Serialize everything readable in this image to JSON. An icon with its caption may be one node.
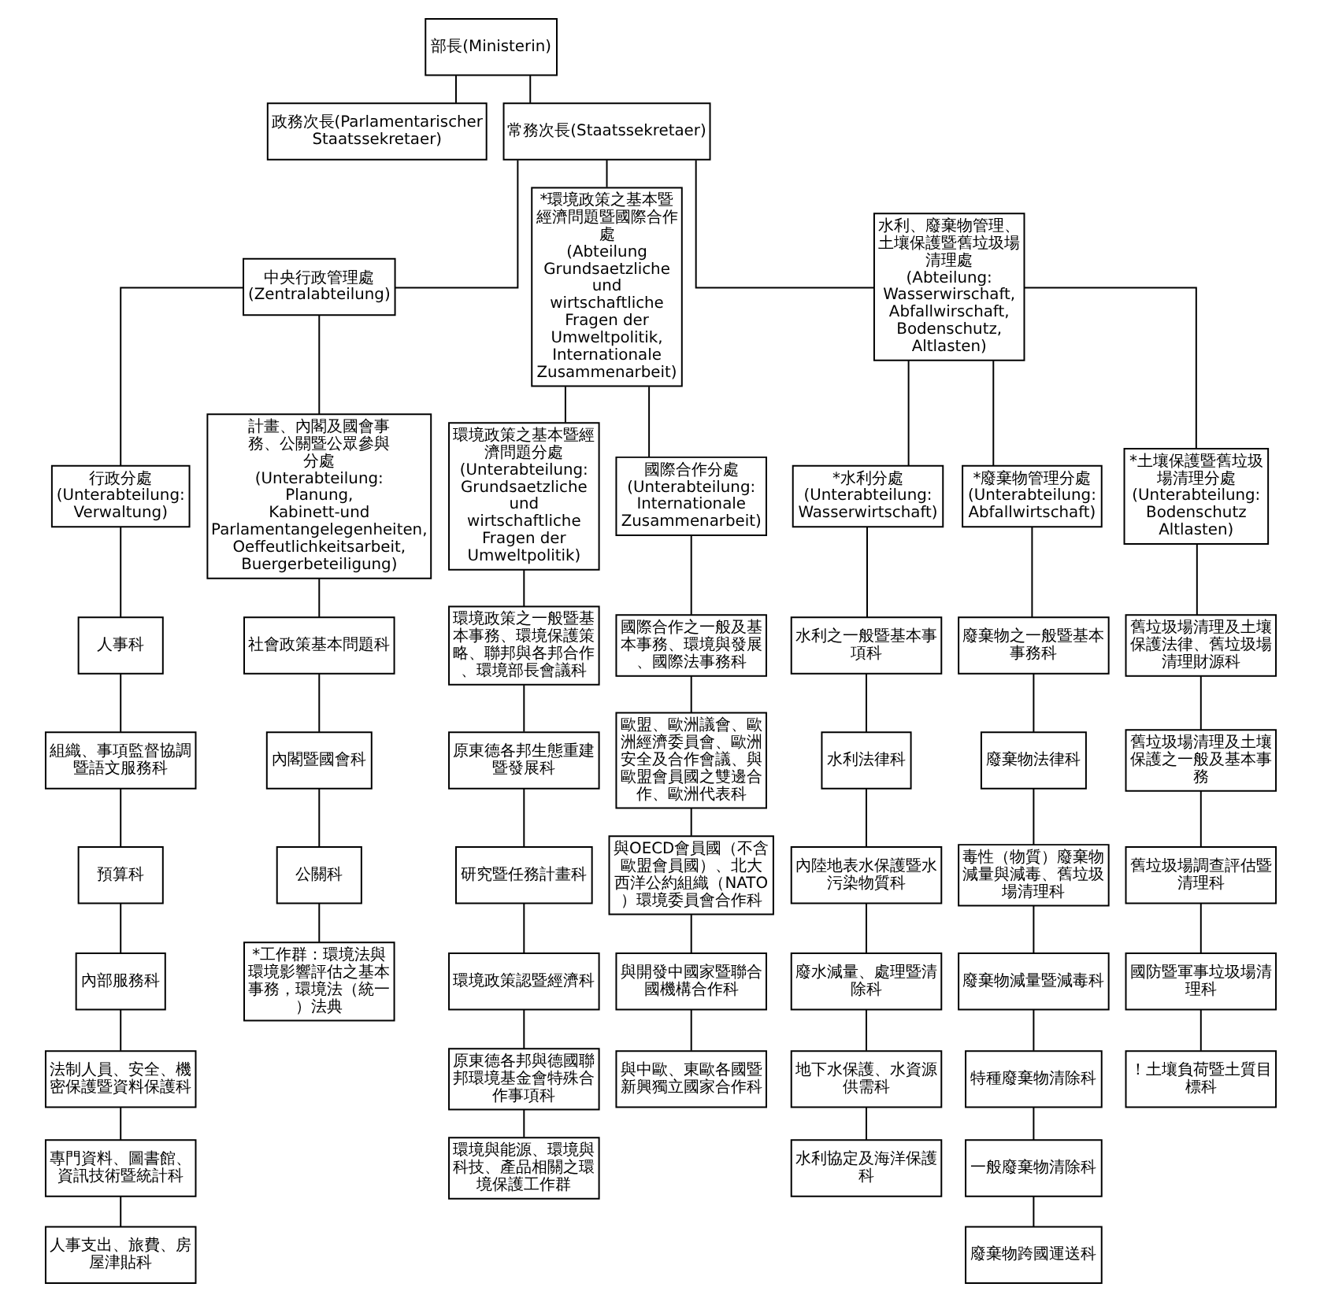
{
  "diagram": {
    "nodes": [
      {
        "text": [
          "部長(Ministerin)"
        ]
      },
      {
        "text": [
          "政務次長(Parlamentarischer Staatssekretaer)"
        ]
      },
      {
        "text": [
          "常務次長(Staatssekretaer)"
        ]
      },
      {
        "text": [
          "中央行政管理處(Zentralabteilung)"
        ]
      },
      {
        "text": [
          "行政分處",
          "(Unterabteilung: Verwaltung)"
        ]
      },
      {
        "text": [
          "人事科"
        ]
      },
      {
        "text": [
          "組織、事項監督協調暨語文服務科"
        ]
      },
      {
        "text": [
          "預算科"
        ]
      },
      {
        "text": [
          "內部服務科"
        ]
      },
      {
        "text": [
          "法制人員、安全、機密保護暨資料保護科"
        ]
      },
      {
        "text": [
          "專門資料、圖書館、資訊技術暨統計科"
        ]
      },
      {
        "text": [
          "人事支出、旅費、房屋津貼科"
        ]
      },
      {
        "text": [
          "計畫、內閣及國會事務、公關暨公眾參與分處",
          "(Unterabteilung: Planung, Kabinett-und Parlamentangelegenheiten, Oeffeutlichkeitsarbeit, Buergerbeteiligung)"
        ]
      },
      {
        "text": [
          "社會政策基本問題科"
        ]
      },
      {
        "text": [
          "內閣暨國會科"
        ]
      },
      {
        "text": [
          "公關科"
        ]
      },
      {
        "text": [
          "*工作群：環境法與環境影響評估之基本事務，環境法（統一）法典"
        ]
      },
      {
        "text": [
          "*環境政策之基本暨經濟問題暨國際合作處",
          "(Abteilung Grundsaetzliche und wirtschaftliche Fragen der Umweltpolitik, Internationale Zusammenarbeit)"
        ]
      },
      {
        "text": [
          "環境政策之基本暨經濟問題分處",
          "(Unterabteilung: Grundsaetzliche und wirtschaftliche Fragen der Umweltpolitik)"
        ]
      },
      {
        "text": [
          "環境政策之一般暨基本事務、環境保護策略、聯邦與各邦合作、環境部長會議科"
        ]
      },
      {
        "text": [
          "原東德各邦生態重建暨發展科"
        ]
      },
      {
        "text": [
          "研究暨任務計畫科"
        ]
      },
      {
        "text": [
          "環境政策認暨經濟科"
        ]
      },
      {
        "text": [
          "原東德各邦與德國聯邦環境基金會特殊合作事項科"
        ]
      },
      {
        "text": [
          "環境與能源、環境與科技、產品相關之環境保護工作群"
        ]
      },
      {
        "text": [
          "國際合作分處",
          "(Unterabteilung: Internationale Zusammenarbeit)"
        ]
      },
      {
        "text": [
          "國際合作之一般及基本事務、環境與發展、國際法事務科"
        ]
      },
      {
        "text": [
          "歐盟、歐洲議會、歐洲經濟委員會、歐洲安全及合作會議、與歐盟會員國之雙邊合作、歐洲代表科"
        ]
      },
      {
        "text": [
          "與OECD會員國（不含歐盟會員國）、北大西洋公約組織（NATO）環境委員會合作科"
        ]
      },
      {
        "text": [
          "與開發中國家暨聯合國機構合作科"
        ]
      },
      {
        "text": [
          "與中歐、東歐各國暨新興獨立國家合作科"
        ]
      },
      {
        "text": [
          "水利、廢棄物管理、土壤保護暨舊垃圾場清理處",
          "(Abteilung: Wasserwirschaft, Abfallwirschaft, Bodenschutz, Altlasten)"
        ]
      },
      {
        "text": [
          "*水利分處",
          "(Unterabteilung: Wasserwirtschaft)"
        ]
      },
      {
        "text": [
          "水利之一般暨基本事項科"
        ]
      },
      {
        "text": [
          "水利法律科"
        ]
      },
      {
        "text": [
          "內陸地表水保護暨水污染物質科"
        ]
      },
      {
        "text": [
          "廢水減量、處理暨清除科"
        ]
      },
      {
        "text": [
          "地下水保護、水資源供需科"
        ]
      },
      {
        "text": [
          "水利協定及海洋保護科"
        ]
      },
      {
        "text": [
          "*廢棄物管理分處",
          "(Unterabteilung: Abfallwirtschaft)"
        ]
      },
      {
        "text": [
          "廢棄物之一般暨基本事務科"
        ]
      },
      {
        "text": [
          "廢棄物法律科"
        ]
      },
      {
        "text": [
          "毒性（物質）廢棄物減量與減毒、舊垃圾場清理科"
        ]
      },
      {
        "text": [
          "廢棄物減量暨減毒科"
        ]
      },
      {
        "text": [
          "特種廢棄物清除科"
        ]
      },
      {
        "text": [
          "一般廢棄物清除科"
        ]
      },
      {
        "text": [
          "廢棄物跨國運送科"
        ]
      },
      {
        "text": [
          "*土壤保護暨舊垃圾場清理分處",
          "(Unterabteilung: Bodenschutz Altlasten)"
        ]
      },
      {
        "text": [
          "舊垃圾場清理及土壤保護法律、舊垃圾場清理財源科"
        ]
      },
      {
        "text": [
          "舊垃圾場清理及土壤保護之一般及基本事務"
        ]
      },
      {
        "text": [
          "舊垃圾場調查評估暨清理科"
        ]
      },
      {
        "text": [
          "國防暨軍事垃圾場清理科"
        ]
      },
      {
        "text": [
          "！土壤負荷暨土質目標科"
        ]
      }
    ],
    "edges": [
      {
        "from": 0,
        "to": 1,
        "arrow": "none"
      },
      {
        "from": 0,
        "to": 2,
        "arrow": "none"
      },
      {
        "from": 2,
        "to": 3,
        "arrow": "none"
      },
      {
        "from": 2,
        "to": 17,
        "arrow": "none"
      },
      {
        "from": 2,
        "to": 31,
        "arrow": "none"
      },
      {
        "from": 3,
        "to": 4,
        "arrow": "none"
      },
      {
        "from": 3,
        "to": 12,
        "arrow": "none"
      },
      {
        "from": 4,
        "to": 5,
        "arrow": "none"
      },
      {
        "from": 5,
        "to": 6,
        "arrow": "none"
      },
      {
        "from": 6,
        "to": 7,
        "arrow": "none"
      },
      {
        "from": 7,
        "to": 8,
        "arrow": "none"
      },
      {
        "from": 8,
        "to": 9,
        "arrow": "none"
      },
      {
        "from": 9,
        "to": 10,
        "arrow": "none"
      },
      {
        "from": 10,
        "to": 11,
        "arrow": "none"
      },
      {
        "from": 12,
        "to": 13,
        "arrow": "none"
      },
      {
        "from": 13,
        "to": 14,
        "arrow": "none"
      },
      {
        "from": 14,
        "to": 15,
        "arrow": "none"
      },
      {
        "from": 15,
        "to": 16,
        "arrow": "none"
      },
      {
        "from": 17,
        "to": 18,
        "arrow": "none"
      },
      {
        "from": 17,
        "to": 25,
        "arrow": "none"
      },
      {
        "from": 18,
        "to": 19,
        "arrow": "none"
      },
      {
        "from": 19,
        "to": 20,
        "arrow": "none"
      },
      {
        "from": 20,
        "to": 21,
        "arrow": "none"
      },
      {
        "from": 21,
        "to": 22,
        "arrow": "none"
      },
      {
        "from": 22,
        "to": 23,
        "arrow": "none"
      },
      {
        "from": 23,
        "to": 24,
        "arrow": "none"
      },
      {
        "from": 25,
        "to": 26,
        "arrow": "none"
      },
      {
        "from": 26,
        "to": 27,
        "arrow": "none"
      },
      {
        "from": 27,
        "to": 28,
        "arrow": "none"
      },
      {
        "from": 28,
        "to": 29,
        "arrow": "none"
      },
      {
        "from": 29,
        "to": 30,
        "arrow": "none"
      },
      {
        "from": 31,
        "to": 32,
        "arrow": "none"
      },
      {
        "from": 31,
        "to": 39,
        "arrow": "none"
      },
      {
        "from": 31,
        "to": 47,
        "arrow": "none"
      },
      {
        "from": 32,
        "to": 33,
        "arrow": "none"
      },
      {
        "from": 33,
        "to": 34,
        "arrow": "none"
      },
      {
        "from": 34,
        "to": 35,
        "arrow": "none"
      },
      {
        "from": 35,
        "to": 36,
        "arrow": "none"
      },
      {
        "from": 36,
        "to": 37,
        "arrow": "none"
      },
      {
        "from": 37,
        "to": 38,
        "arrow": "none"
      },
      {
        "from": 39,
        "to": 40,
        "arrow": "none"
      },
      {
        "from": 40,
        "to": 41,
        "arrow": "none"
      },
      {
        "from": 41,
        "to": 42,
        "arrow": "none"
      },
      {
        "from": 42,
        "to": 43,
        "arrow": "none"
      },
      {
        "from": 43,
        "to": 44,
        "arrow": "none"
      },
      {
        "from": 44,
        "to": 45,
        "arrow": "none"
      },
      {
        "from": 45,
        "to": 46,
        "arrow": "none"
      },
      {
        "from": 47,
        "to": 48,
        "arrow": "none"
      },
      {
        "from": 48,
        "to": 49,
        "arrow": "none"
      },
      {
        "from": 49,
        "to": 50,
        "arrow": "none"
      },
      {
        "from": 50,
        "to": 51,
        "arrow": "none"
      },
      {
        "from": 51,
        "to": 52,
        "arrow": "none"
      }
    ]
  }
}
